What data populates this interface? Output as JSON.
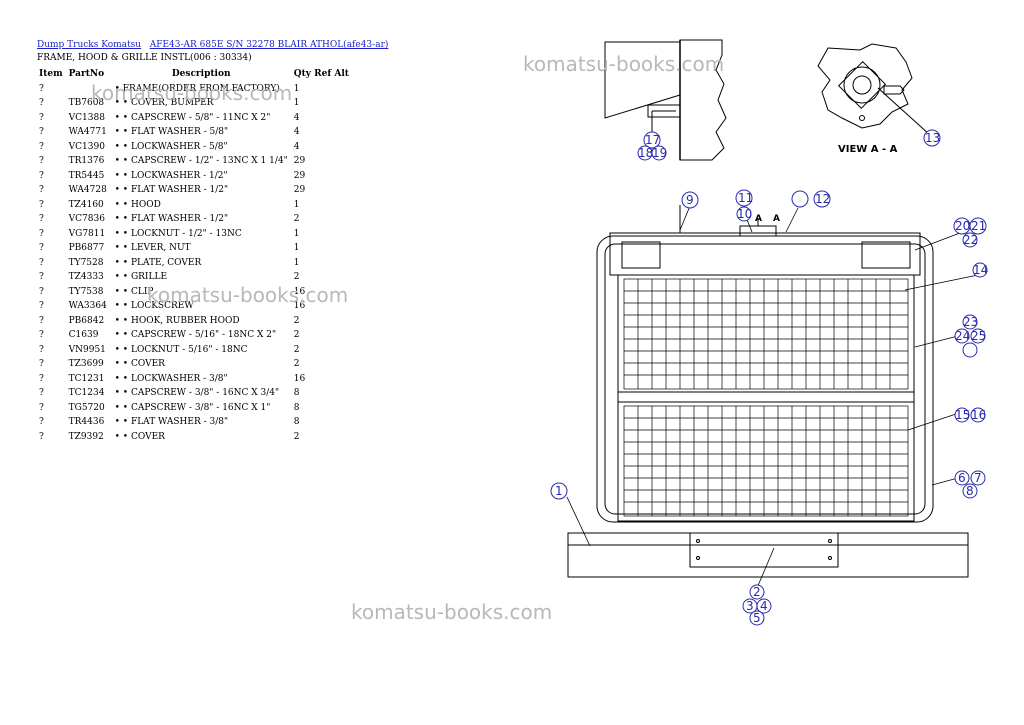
{
  "breadcrumb": {
    "link1": "Dump Trucks Komatsu",
    "link2": "AFE43-AR 685E S/N 32278 BLAIR ATHOL(afe43-ar)"
  },
  "page_title": "FRAME, HOOD & GRILLE INSTL(006 : 30334)",
  "table": {
    "headers": {
      "item": "Item",
      "partno": "PartNo",
      "description": "Description",
      "qty": "Qty Ref Alt"
    },
    "rows": [
      {
        "item": "?",
        "partno": "",
        "description": "• FRAME(ORDER FROM FACTORY)",
        "qty": "1"
      },
      {
        "item": "?",
        "partno": "TB7608",
        "description": "• • COVER, BUMPER",
        "qty": "1"
      },
      {
        "item": "?",
        "partno": "VC1388",
        "description": "• • CAPSCREW - 5/8\" - 11NC X 2\"",
        "qty": "4"
      },
      {
        "item": "?",
        "partno": "WA4771",
        "description": "• • FLAT WASHER - 5/8\"",
        "qty": "4"
      },
      {
        "item": "?",
        "partno": "VC1390",
        "description": "• • LOCKWASHER - 5/8\"",
        "qty": "4"
      },
      {
        "item": "?",
        "partno": "TR1376",
        "description": "• • CAPSCREW - 1/2\" - 13NC X 1 1/4\"",
        "qty": "29"
      },
      {
        "item": "?",
        "partno": "TR5445",
        "description": "• • LOCKWASHER - 1/2\"",
        "qty": "29"
      },
      {
        "item": "?",
        "partno": "WA4728",
        "description": "• • FLAT WASHER - 1/2\"",
        "qty": "29"
      },
      {
        "item": "?",
        "partno": "TZ4160",
        "description": "• • HOOD",
        "qty": "1"
      },
      {
        "item": "?",
        "partno": "VC7836",
        "description": "• • FLAT WASHER - 1/2\"",
        "qty": "2"
      },
      {
        "item": "?",
        "partno": "VG7811",
        "description": "• • LOCKNUT - 1/2\" - 13NC",
        "qty": "1"
      },
      {
        "item": "?",
        "partno": "PB6877",
        "description": "• • LEVER, NUT",
        "qty": "1"
      },
      {
        "item": "?",
        "partno": "TY7528",
        "description": "• • PLATE, COVER",
        "qty": "1"
      },
      {
        "item": "?",
        "partno": "TZ4333",
        "description": "• • GRILLE",
        "qty": "2"
      },
      {
        "item": "?",
        "partno": "TY7538",
        "description": "• • CLIP",
        "qty": "16"
      },
      {
        "item": "?",
        "partno": "WA3364",
        "description": "• • LOCKSCREW",
        "qty": "16"
      },
      {
        "item": "?",
        "partno": "PB6842",
        "description": "• • HOOK, RUBBER HOOD",
        "qty": "2"
      },
      {
        "item": "?",
        "partno": "C1639",
        "description": "• • CAPSCREW - 5/16\" - 18NC X 2\"",
        "qty": "2"
      },
      {
        "item": "?",
        "partno": "VN9951",
        "description": "• • LOCKNUT - 5/16\" - 18NC",
        "qty": "2"
      },
      {
        "item": "?",
        "partno": "TZ3699",
        "description": "• • COVER",
        "qty": "2"
      },
      {
        "item": "?",
        "partno": "TC1231",
        "description": "• • LOCKWASHER - 3/8\"",
        "qty": "16"
      },
      {
        "item": "?",
        "partno": "TC1234",
        "description": "• • CAPSCREW - 3/8\" - 16NC X 3/4\"",
        "qty": "8"
      },
      {
        "item": "?",
        "partno": "TG5720",
        "description": "• • CAPSCREW - 3/8\" - 16NC X 1\"",
        "qty": "8"
      },
      {
        "item": "?",
        "partno": "TR4436",
        "description": "• • FLAT WASHER - 3/8\"",
        "qty": "8"
      },
      {
        "item": "?",
        "partno": "TZ9392",
        "description": "• • COVER",
        "qty": "2"
      }
    ]
  },
  "watermark": {
    "text": "komatsu-books.com"
  },
  "drawing": {
    "view_label": "VIEW  A - A",
    "section_label": "A",
    "callouts": [
      "1",
      "2",
      "3",
      "4",
      "5",
      "6",
      "7",
      "8",
      "9",
      "10",
      "11",
      "12",
      "13",
      "14",
      "15",
      "16",
      "17",
      "18",
      "19",
      "20",
      "21",
      "22",
      "23",
      "24",
      "25"
    ]
  }
}
